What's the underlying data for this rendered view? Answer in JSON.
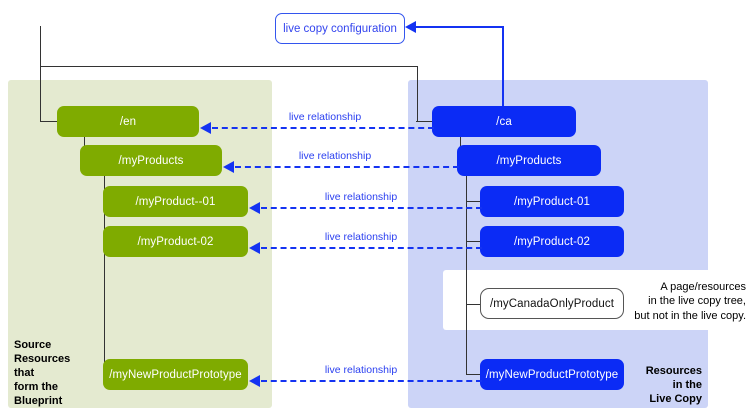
{
  "diagram": {
    "config_node": {
      "label": "live copy configuration"
    },
    "blueprint_panel": {
      "caption": "Source\nResources\nthat\nform the\nBlueprint"
    },
    "livecopy_panel": {
      "caption": "Resources\nin the\nLive Copy",
      "note": "A page/resources\nin the live copy tree,\nbut not in the live copy."
    },
    "source_nodes": [
      {
        "label": "/en"
      },
      {
        "label": "/myProducts"
      },
      {
        "label": "/myProduct--01"
      },
      {
        "label": "/myProduct-02"
      },
      {
        "label": "/myNewProductPrototype"
      }
    ],
    "livecopy_nodes": [
      {
        "label": "/ca"
      },
      {
        "label": "/myProducts"
      },
      {
        "label": "/myProduct-01"
      },
      {
        "label": "/myProduct-02"
      },
      {
        "label": "/myCanadaOnlyProduct"
      },
      {
        "label": "/myNewProductPrototype"
      }
    ],
    "relationships": [
      {
        "label": "live relationship"
      },
      {
        "label": "live relationship"
      },
      {
        "label": "live relationship"
      },
      {
        "label": "live relationship"
      },
      {
        "label": "live relationship"
      }
    ],
    "colors": {
      "source_node": "#7fab00",
      "livecopy_node": "#0b2bf5",
      "source_panel": "#e4ead0",
      "livecopy_panel": "#ccd4f7",
      "relationship": "#1433f2",
      "tree_line": "#333333"
    }
  }
}
